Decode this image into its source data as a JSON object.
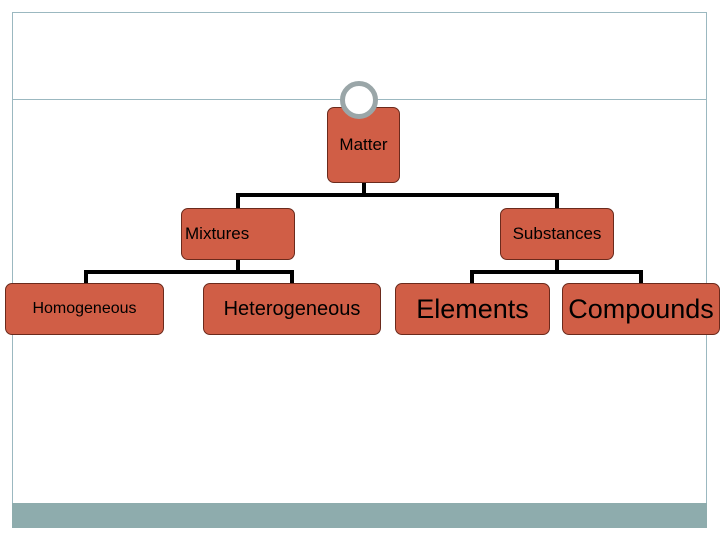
{
  "diagram": {
    "root": {
      "label": "Matter"
    },
    "groups": [
      {
        "label": "Mixtures",
        "children": [
          {
            "label": "Homogeneous"
          },
          {
            "label": "Heterogeneous"
          }
        ]
      },
      {
        "label": "Substances",
        "children": [
          {
            "label": "Elements"
          },
          {
            "label": "Compounds"
          }
        ]
      }
    ],
    "colors": {
      "node_fill": "#d05e46",
      "node_border": "#6b2a1c",
      "connector": "#000000",
      "frame_line": "#9bb8c0",
      "footer_bar": "#8eacad",
      "ring": "#9aa6a8"
    }
  }
}
